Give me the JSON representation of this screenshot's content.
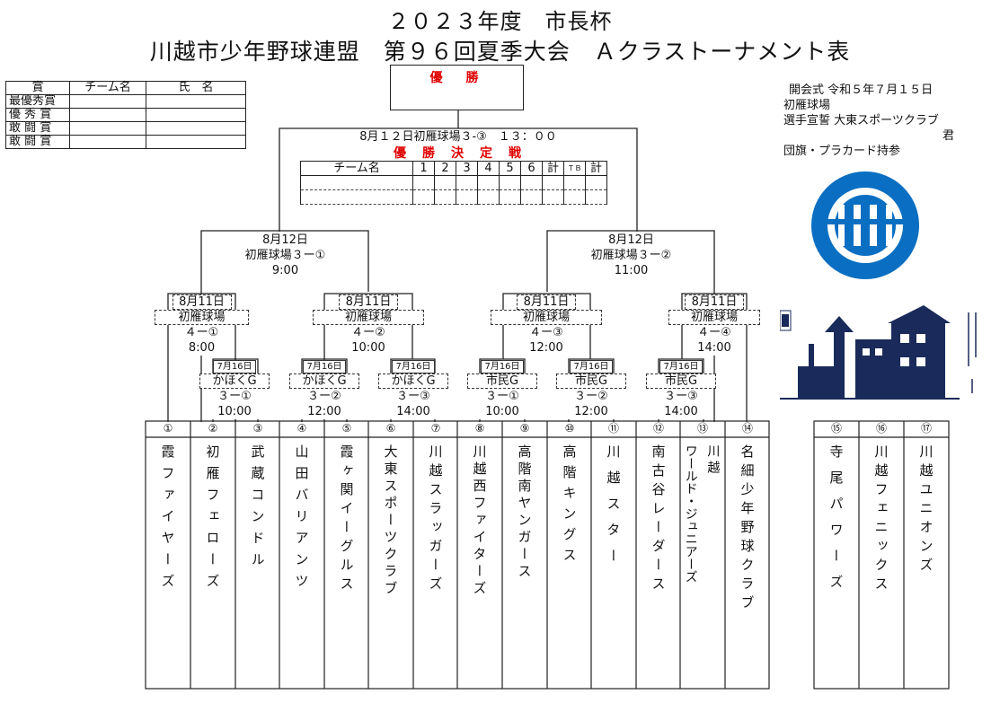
{
  "title": {
    "line1": "２０２３年度　市長杯",
    "line2": "川越市少年野球連盟　第９６回夏季大会　Ａクラストーナメント表"
  },
  "awards": {
    "headers": [
      "賞",
      "チーム名",
      "氏　名"
    ],
    "rows": [
      "最優秀賞",
      "優 秀 賞",
      "敢 闘 賞",
      "敢 闘 賞"
    ]
  },
  "champion": "優　勝",
  "final": {
    "info": "8月１２日初雁球場３-③　１３：００",
    "label": "優　勝　決　定　戦",
    "score_headers": [
      "チーム名",
      "1",
      "2",
      "3",
      "4",
      "5",
      "6",
      "計",
      "ＴＢ",
      "計"
    ]
  },
  "semis": [
    {
      "date": "8月12日",
      "venue": "初雁球場３ー①",
      "time": "9:00"
    },
    {
      "date": "8月12日",
      "venue": "初雁球場３ー②",
      "time": "11:00"
    }
  ],
  "quarters": [
    {
      "date": "8月11日",
      "venue": "初雁球場",
      "game": "４ー①",
      "time": "8:00"
    },
    {
      "date": "8月11日",
      "venue": "初雁球場",
      "game": "４ー②",
      "time": "10:00"
    },
    {
      "date": "8月11日",
      "venue": "初雁球場",
      "game": "４ー③",
      "time": "12:00"
    },
    {
      "date": "8月11日",
      "venue": "初雁球場",
      "game": "４ー④",
      "time": "14:00"
    }
  ],
  "firsts": [
    {
      "date": "7月16日",
      "venue": "かほくG",
      "game": "３ー①",
      "time": "10:00"
    },
    {
      "date": "7月16日",
      "venue": "かほくG",
      "game": "３ー②",
      "time": "12:00"
    },
    {
      "date": "7月16日",
      "venue": "かほくG",
      "game": "３ー③",
      "time": "14:00"
    },
    {
      "date": "7月16日",
      "venue": "市民G",
      "game": "３ー①",
      "time": "10:00"
    },
    {
      "date": "7月16日",
      "venue": "市民G",
      "game": "３ー②",
      "time": "12:00"
    },
    {
      "date": "7月16日",
      "venue": "市民G",
      "game": "３ー③",
      "time": "14:00"
    }
  ],
  "teams": [
    {
      "num": "①",
      "name": "霞ファイヤーズ"
    },
    {
      "num": "②",
      "name": "初雁フェローズ"
    },
    {
      "num": "③",
      "name": "武蔵コンドル"
    },
    {
      "num": "④",
      "name": "山田バリアンツ"
    },
    {
      "num": "⑤",
      "name": "霞ヶ関イーグルス"
    },
    {
      "num": "⑥",
      "name": "大東スポーツクラブ"
    },
    {
      "num": "⑦",
      "name": "川越スラッガーズ"
    },
    {
      "num": "⑧",
      "name": "川越西ファイターズ"
    },
    {
      "num": "⑨",
      "name": "高階南ヤンガース"
    },
    {
      "num": "⑩",
      "name": "高階キングス"
    },
    {
      "num": "⑪",
      "name": "川越スター"
    },
    {
      "num": "⑫",
      "name": "南古谷レーダース"
    },
    {
      "num": "⑬",
      "name": "ワールド・ジュニアーズ",
      "prefix": "川越"
    },
    {
      "num": "⑭",
      "name": "名細少年野球クラブ"
    }
  ],
  "extra_teams": [
    {
      "num": "⑮",
      "name": "寺尾パワーズ"
    },
    {
      "num": "⑯",
      "name": "川越フェニックス"
    },
    {
      "num": "⑰",
      "name": "川越ユニオンズ"
    }
  ],
  "info": {
    "line1": "開会式 令和５年７月１５日",
    "line2": "初雁球場",
    "line3": "選手宣誓 大東スポーツクラブ",
    "line4": "君",
    "line5": "団旗・プラカード持参"
  },
  "colors": {
    "accent_red": "#e00000",
    "logo_blue": "#0a6fc2"
  }
}
